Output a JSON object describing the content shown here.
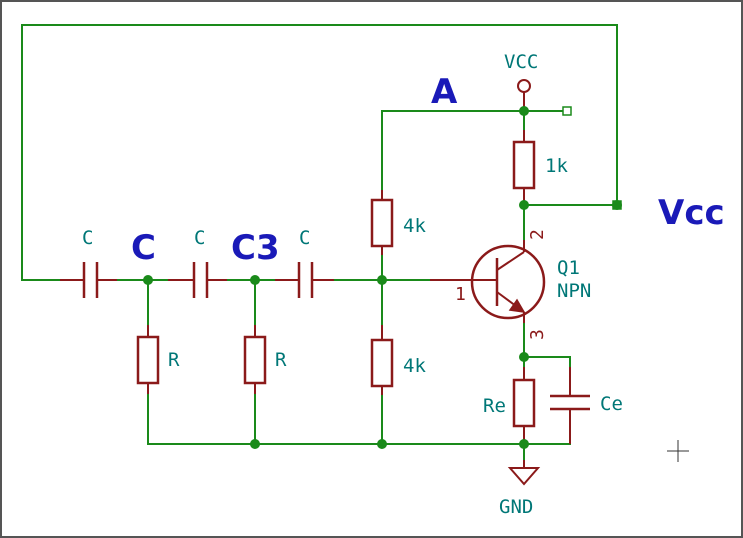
{
  "labels": {
    "c_cap1": "C",
    "c_cap2": "C",
    "c_cap3": "C",
    "r1": "R",
    "r2": "R",
    "r_bias_top": "4k",
    "r_bias_bottom": "4k",
    "r_collector": "1k",
    "r_emitter": "Re",
    "c_emitter": "Ce",
    "transistor_ref": "Q1",
    "transistor_type": "NPN",
    "pin_base": "1",
    "pin_collector": "2",
    "pin_emitter": "3",
    "vcc_symbol": "VCC",
    "gnd_symbol": "GND"
  },
  "net_labels": {
    "a": "A",
    "c": "C",
    "c3": "C3",
    "vcc": "Vcc"
  },
  "colors": {
    "wire": "#1a8a1a",
    "component": "#8b1a1a",
    "label": "#007777",
    "net_label": "#1a1ab8"
  }
}
